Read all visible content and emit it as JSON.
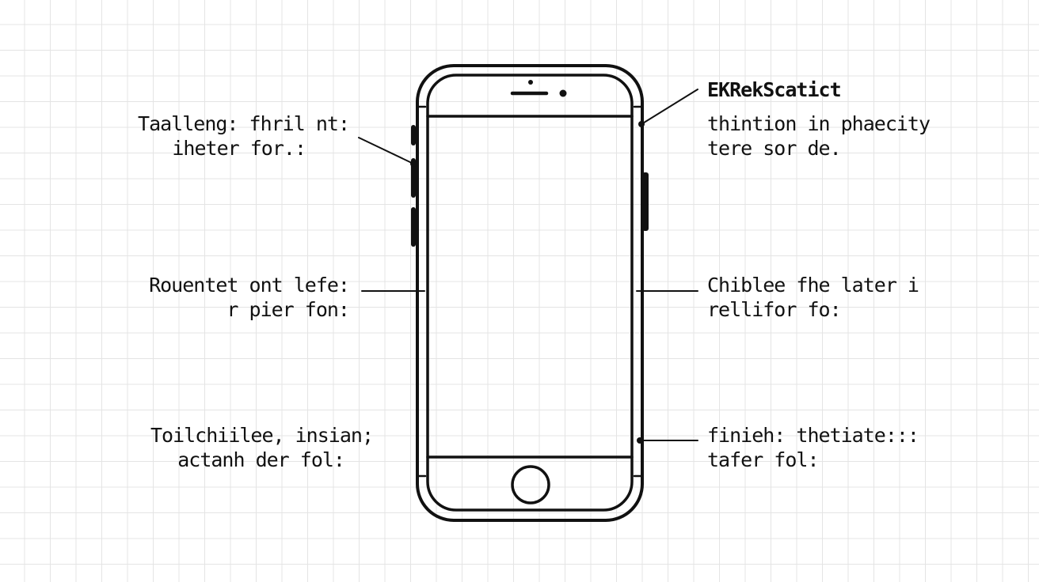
{
  "diagram": {
    "callouts": {
      "top_left": {
        "lines": [
          "Taalleng: fhril nt:",
          "iheter for.:"
        ]
      },
      "mid_left": {
        "lines": [
          "Rouentet ont lefe:",
          "r pier fon:"
        ]
      },
      "bottom_left": {
        "lines": [
          "Toilchiilee, insian;",
          "actanh der fol:"
        ]
      },
      "top_right": {
        "heading": "EKRekScatict",
        "lines": [
          "thintion in phaecity",
          "tere sor de."
        ]
      },
      "mid_right": {
        "lines": [
          "Chiblee fhe later i",
          "rellifor fo:"
        ]
      },
      "bottom_right": {
        "lines": [
          "finieh: thetiate:::",
          "tafer fol:"
        ]
      }
    }
  }
}
